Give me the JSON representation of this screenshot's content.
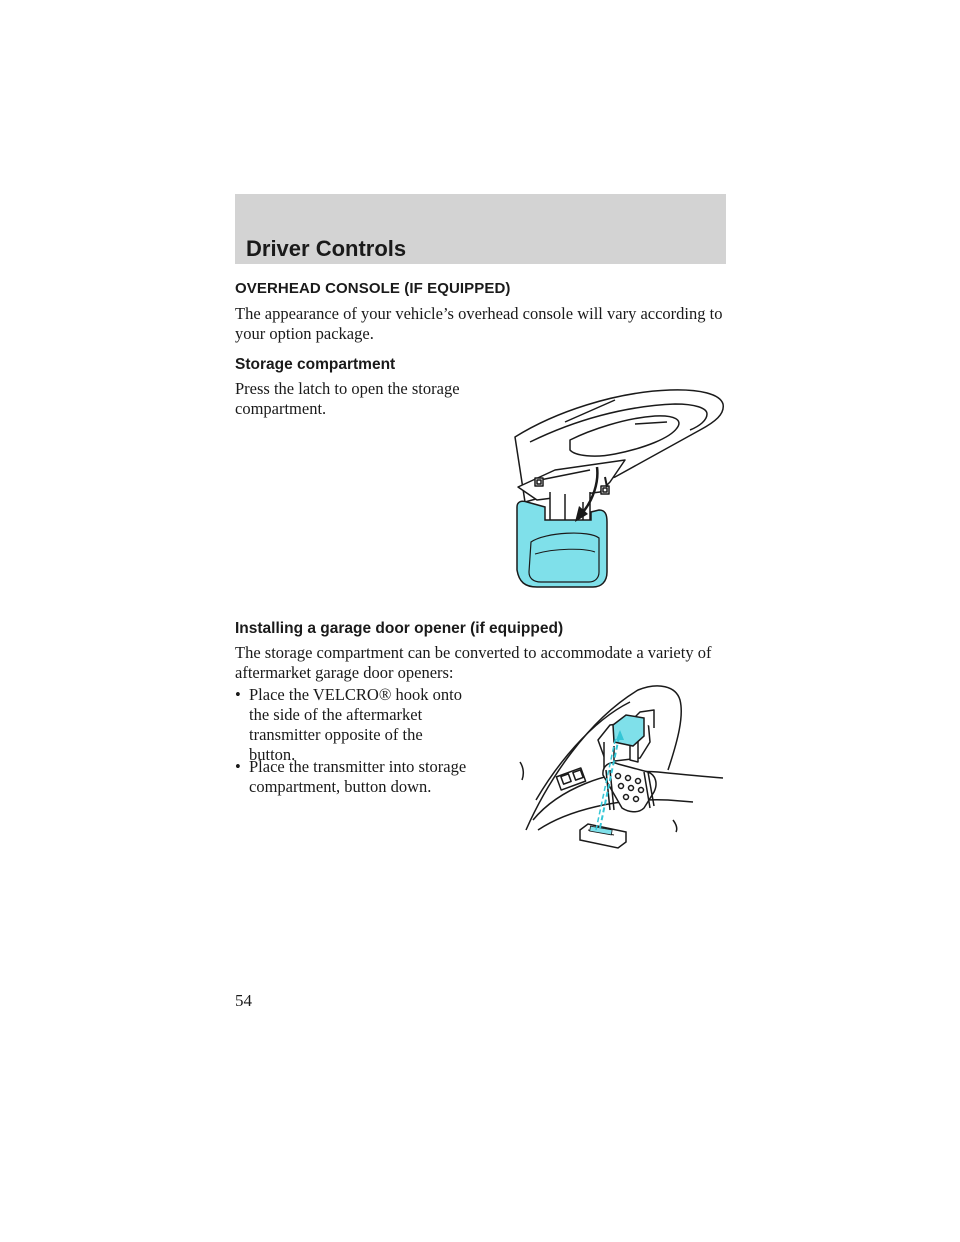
{
  "header": {
    "title": "Driver Controls"
  },
  "section": {
    "title": "OVERHEAD CONSOLE (IF EQUIPPED)",
    "intro_line1": "The appearance of your vehicle’s overhead console will vary according to",
    "intro_line2": "your option package."
  },
  "storage": {
    "title": "Storage compartment",
    "text_line1": "Press the latch to open the storage",
    "text_line2": "compartment."
  },
  "garage": {
    "title": "Installing a garage door opener (if equipped)",
    "intro_line1": "The storage compartment can be converted to accommodate a variety of",
    "intro_line2": "aftermarket garage door openers:",
    "bullets": [
      {
        "marker": "•",
        "line1": "Place the VELCRO® hook onto",
        "line2": "the side of the aftermarket",
        "line3": "transmitter opposite of the",
        "line4": "button."
      },
      {
        "marker": "•",
        "line1": "Place the transmitter into storage",
        "line2": "compartment, button down."
      }
    ]
  },
  "colors": {
    "highlight": "#7fe0ea",
    "header_band": "#d3d3d3"
  },
  "page_number": "54"
}
